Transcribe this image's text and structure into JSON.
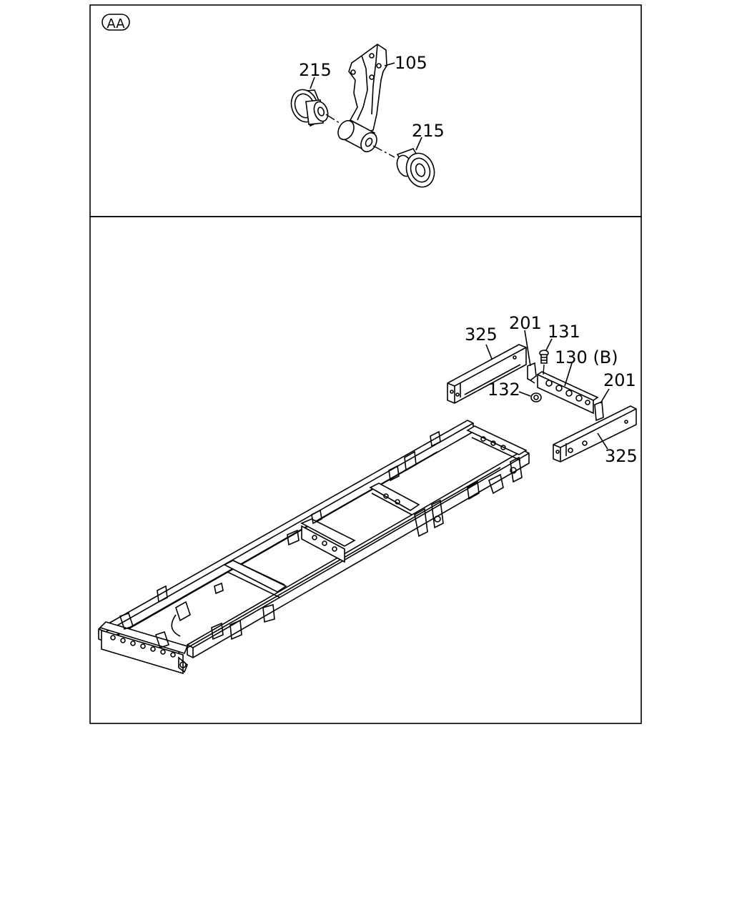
{
  "detail": {
    "marker": "AA",
    "callouts": {
      "bracket": "105",
      "bushing_left": "215",
      "bushing_right": "215"
    }
  },
  "main": {
    "callouts": {
      "reinforcement_left": "325",
      "bracket_top": "201",
      "bolt": "131",
      "crossmember": "130 (B)",
      "nut": "132",
      "bracket_right": "201",
      "reinforcement_right": "325"
    }
  }
}
